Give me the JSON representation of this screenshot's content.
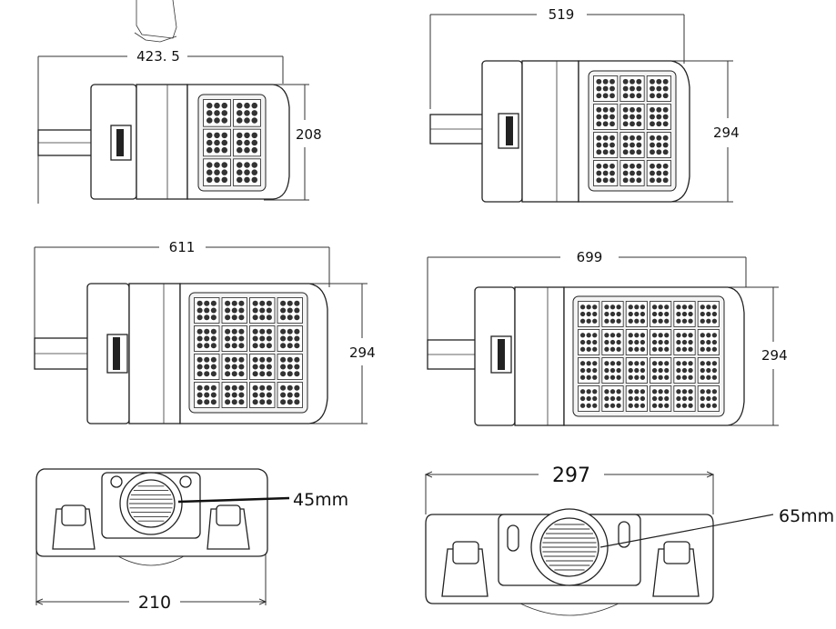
{
  "dimensions": {
    "view1_width": "423. 5",
    "view1_height": "208",
    "view2_width": "519",
    "view2_height": "294",
    "view3_width": "611",
    "view3_height": "294",
    "view4_width": "699",
    "view4_height": "294",
    "view5_width": "210",
    "view5_bore": "45mm",
    "view6_width": "297",
    "view6_bore": "65mm"
  },
  "colors": {
    "line": "#222222",
    "background": "#ffffff"
  }
}
